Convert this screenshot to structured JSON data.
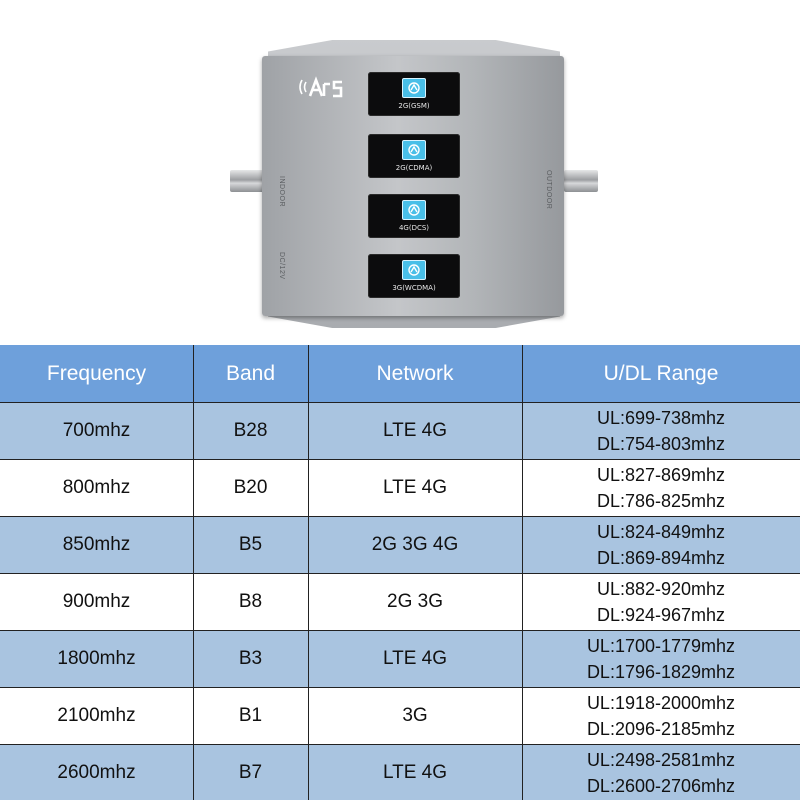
{
  "product": {
    "left_port_label": "INDOOR",
    "power_label": "DC/12V",
    "right_port_label": "OUTDOOR",
    "modules": [
      {
        "label": "2G(GSM)"
      },
      {
        "label": "2G(CDMA)"
      },
      {
        "label": "4G(DCS)"
      },
      {
        "label": "3G(WCDMA)"
      }
    ]
  },
  "table": {
    "headers": [
      "Frequency",
      "Band",
      "Network",
      "U/DL Range"
    ],
    "rows": [
      {
        "frequency": "700mhz",
        "band": "B28",
        "network": "LTE 4G",
        "ul": "UL:699-738mhz",
        "dl": "DL:754-803mhz"
      },
      {
        "frequency": "800mhz",
        "band": "B20",
        "network": "LTE 4G",
        "ul": "UL:827-869mhz",
        "dl": "DL:786-825mhz"
      },
      {
        "frequency": "850mhz",
        "band": "B5",
        "network": "2G 3G 4G",
        "ul": "UL:824-849mhz",
        "dl": "DL:869-894mhz"
      },
      {
        "frequency": "900mhz",
        "band": "B8",
        "network": "2G 3G",
        "ul": "UL:882-920mhz",
        "dl": "DL:924-967mhz"
      },
      {
        "frequency": "1800mhz",
        "band": "B3",
        "network": "LTE 4G",
        "ul": "UL:1700-1779mhz",
        "dl": "DL:1796-1829mhz"
      },
      {
        "frequency": "2100mhz",
        "band": "B1",
        "network": "3G",
        "ul": "UL:1918-2000mhz",
        "dl": "DL:2096-2185mhz"
      },
      {
        "frequency": "2600mhz",
        "band": "B7",
        "network": "LTE 4G",
        "ul": "UL:2498-2581mhz",
        "dl": "DL:2600-2706mhz"
      }
    ]
  },
  "icons": {
    "brand_logo": "signal-waves-logo-icon",
    "module_icon": "signal-booster-icon"
  },
  "colors": {
    "header": "#6ea0db",
    "stripe": "#a9c4e0",
    "device": "#b2b5b8"
  }
}
